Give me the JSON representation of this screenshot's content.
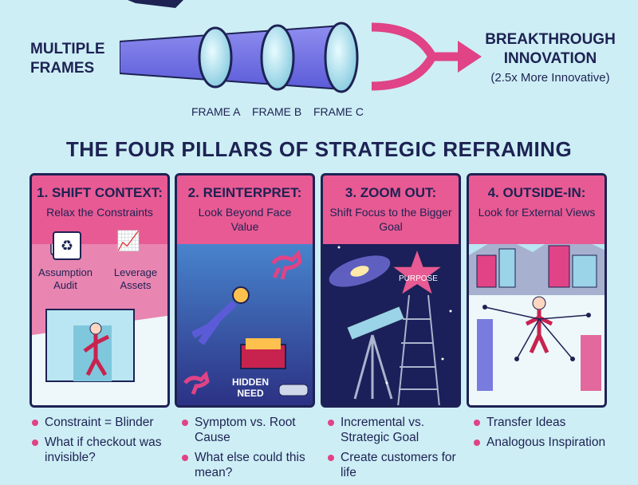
{
  "header": {
    "left_label": "MULTIPLE FRAMES",
    "frames": [
      "FRAME A",
      "FRAME B",
      "FRAME C"
    ],
    "result_title": "BREAKTHROUGH INNOVATION",
    "result_sub": "(2.5x More Innovative)"
  },
  "title": "THE FOUR PILLARS OF STRATEGIC REFRAMING",
  "colors": {
    "accent": "#e85a93",
    "ink": "#1d2253",
    "background": "#cdeef5"
  },
  "pillars": [
    {
      "title": "1. SHIFT CONTEXT:",
      "subtitle": "Relax the Constraints",
      "labels": [
        "Assumption Audit",
        "Leverage Assets"
      ],
      "bullets": [
        "Constraint = Blinder",
        "What if checkout was invisible?"
      ]
    },
    {
      "title": "2. REINTERPRET:",
      "subtitle": "Look Beyond Face Value",
      "labels": [
        "HIDDEN NEED"
      ],
      "bullets": [
        "Symptom vs. Root Cause",
        "What else could this mean?"
      ]
    },
    {
      "title": "3. ZOOM OUT:",
      "subtitle": "Shift Focus to the Bigger Goal",
      "labels": [
        "PURPOSE"
      ],
      "bullets": [
        "Incremental vs. Strategic Goal",
        "Create customers for life"
      ]
    },
    {
      "title": "4. OUTSIDE-IN:",
      "subtitle": "Look for External Views",
      "labels": [],
      "bullets": [
        "Transfer Ideas",
        "Analogous Inspiration"
      ]
    }
  ]
}
